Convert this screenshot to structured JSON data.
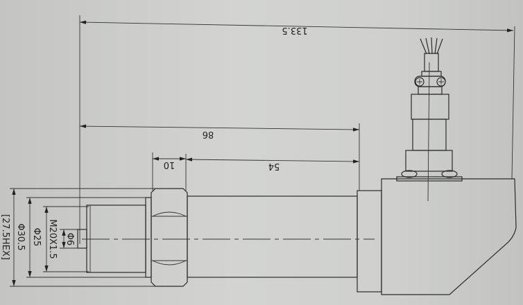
{
  "drawing": {
    "dimensions": {
      "overall_length": "133.5",
      "length_to_housing": "86",
      "hex_width": "10",
      "body_length": "54",
      "hex_across_flats": "[27.5HEX]",
      "hex_diameter": "Φ30.5",
      "flange_diameter": "Φ25",
      "thread": "M20X1.5",
      "port_diameter": "Φ6"
    }
  }
}
